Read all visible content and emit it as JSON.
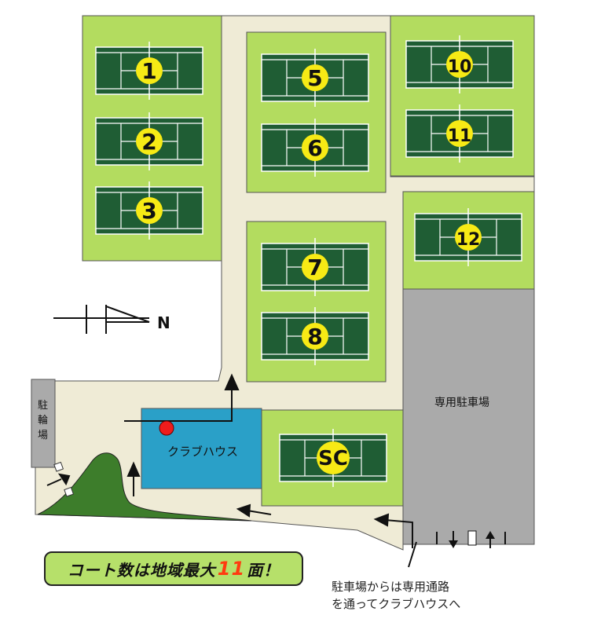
{
  "courts": [
    {
      "id": "1",
      "label": "1"
    },
    {
      "id": "2",
      "label": "2"
    },
    {
      "id": "3",
      "label": "3"
    },
    {
      "id": "5",
      "label": "5"
    },
    {
      "id": "6",
      "label": "6"
    },
    {
      "id": "7",
      "label": "7"
    },
    {
      "id": "8",
      "label": "8"
    },
    {
      "id": "10",
      "label": "10"
    },
    {
      "id": "11",
      "label": "11"
    },
    {
      "id": "12",
      "label": "12"
    },
    {
      "id": "sc",
      "label": "SC"
    }
  ],
  "labels": {
    "clubhouse": "クラブハウス",
    "parking": "専用駐車場",
    "bicycle_parking": "駐輪場",
    "north": "N"
  },
  "banner": {
    "prefix": "コート数は地域最大",
    "number": "11",
    "suffix": "面！"
  },
  "note": {
    "line1": "駐車場からは専用通路",
    "line2": "を通ってクラブハウスへ"
  },
  "colors": {
    "grass": "#b3dc5f",
    "court": "#1f5d34",
    "path": "#efebd6",
    "parking": "#aaaaaa",
    "clubhouse": "#2aa0c8",
    "marker": "#f7ea15",
    "hill": "#3d7d2b",
    "entrance_dot": "#ee1c1c"
  }
}
